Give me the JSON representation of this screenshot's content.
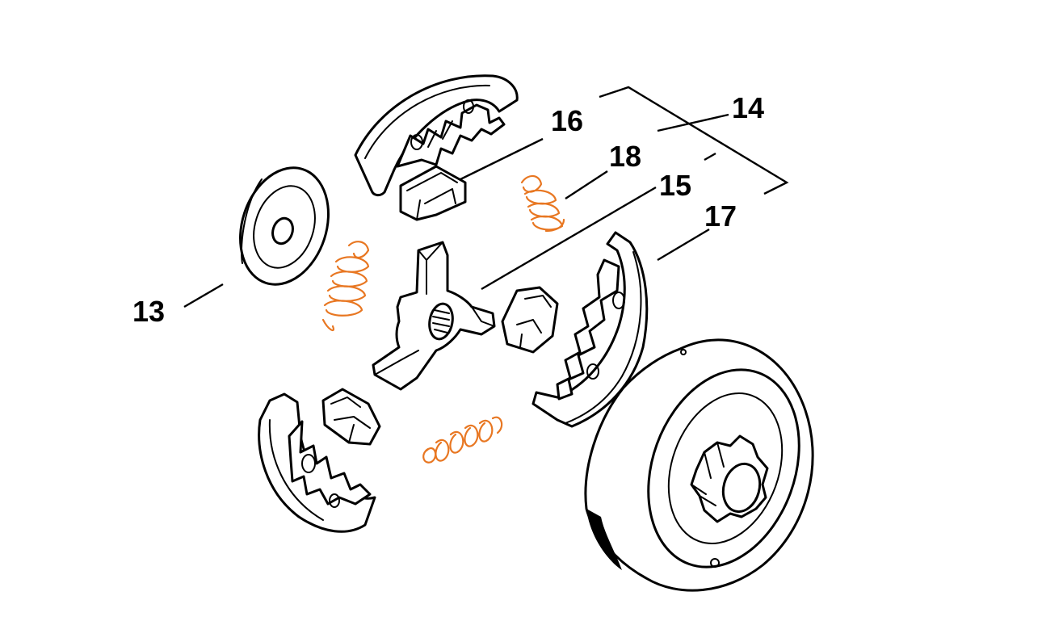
{
  "colors": {
    "line": "#000000",
    "spring": "#e87722",
    "background": "#ffffff"
  },
  "callouts": {
    "label_13": "13",
    "label_14": "14",
    "label_15": "15",
    "label_16": "16",
    "label_17": "17",
    "label_18": "18"
  }
}
